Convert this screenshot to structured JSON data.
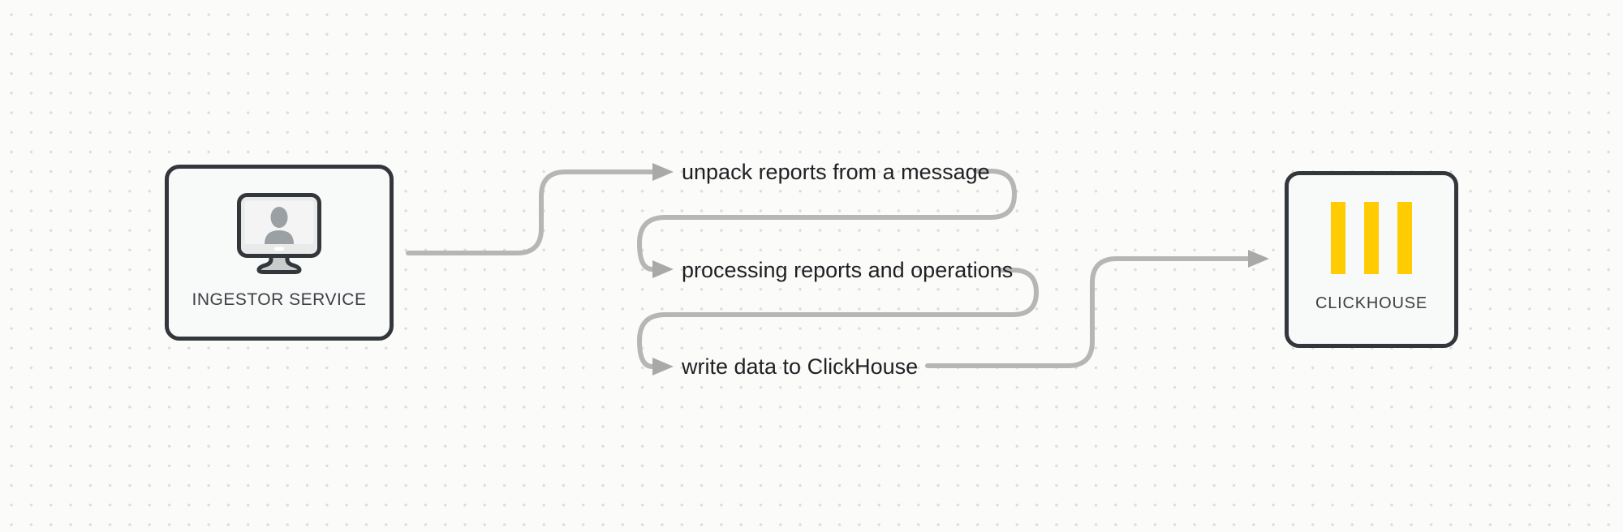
{
  "diagram": {
    "nodes": {
      "ingestor": {
        "label": "INGESTOR SERVICE",
        "icon": "workstation-user-icon"
      },
      "clickhouse": {
        "label": "CLICKHOUSE",
        "icon": "clickhouse-logo-icon"
      }
    },
    "steps": [
      {
        "label": "unpack reports from a message"
      },
      {
        "label": "processing reports and operations"
      },
      {
        "label": "write data to ClickHouse"
      }
    ],
    "colors": {
      "background": "#fbfbfa",
      "grid_dot": "#dcdcdc",
      "connector": "#b6b6b6",
      "arrowhead": "#a9a9a9",
      "node_border": "#33363a",
      "node_fill": "#f8f9f9",
      "node_label_text": "#3c4043",
      "step_label_text": "#1f2023",
      "brand_yellow": "#ffcc02",
      "icon_gray": "#9aa0a3"
    }
  }
}
